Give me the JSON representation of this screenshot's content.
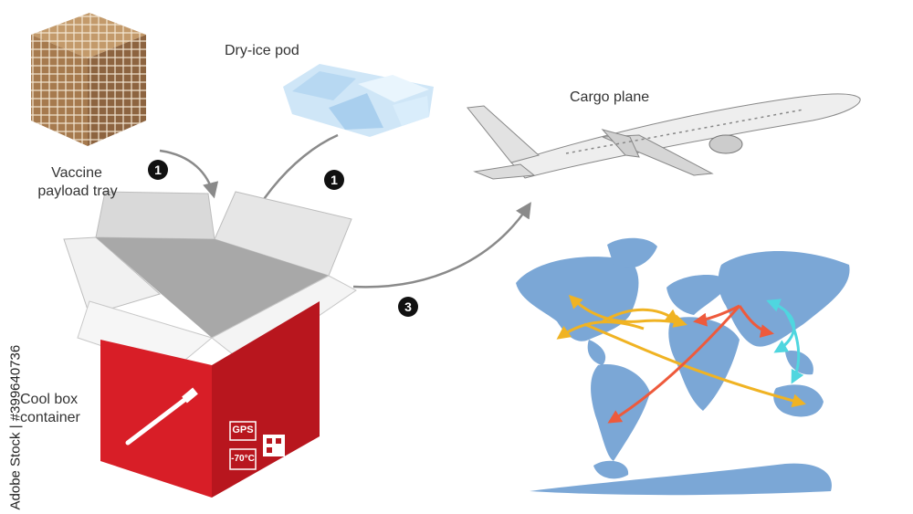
{
  "labels": {
    "payload_tray": [
      "Vaccine",
      "payload tray"
    ],
    "dry_ice": "Dry-ice pod",
    "cargo_plane": "Cargo plane",
    "cool_box": [
      "Cool box",
      "container"
    ]
  },
  "steps": [
    "1",
    "1",
    "3"
  ],
  "box_tags": {
    "gps": "GPS",
    "temp": "-70°C"
  },
  "watermark": "Adobe Stock | #399640736",
  "colors": {
    "box_red": "#d81e27",
    "map_blue": "#7ba7d6",
    "route_yellow": "#f0b323",
    "route_red": "#ee5a3c",
    "route_cyan": "#4fd6df",
    "tray_brown": "#a67a4e",
    "ice_blue": "#cfe6f7"
  }
}
